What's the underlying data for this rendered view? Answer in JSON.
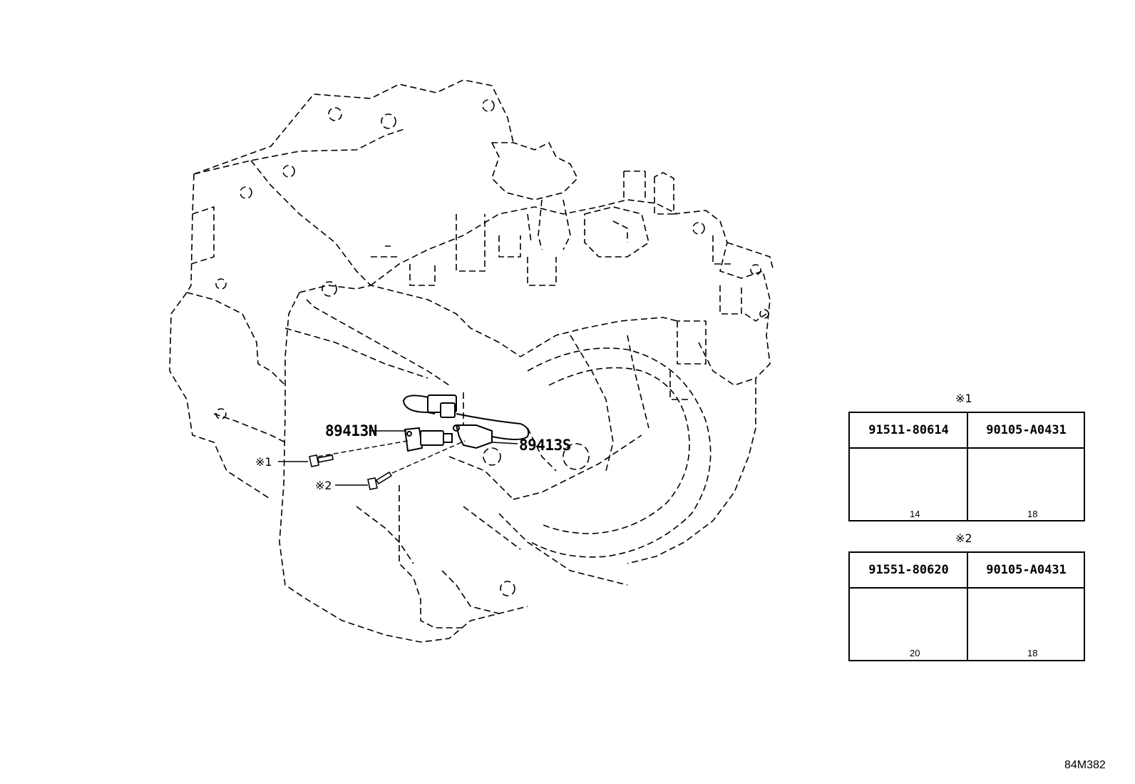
{
  "callouts": {
    "part_89413N": "89413N",
    "part_89413S": "89413S",
    "mark_1": "※1",
    "mark_2": "※2"
  },
  "bolt_tables": [
    {
      "mark": "※1",
      "columns": [
        {
          "part_number": "91511-80614",
          "length": "14"
        },
        {
          "part_number": "90105-A0431",
          "length": "18"
        }
      ]
    },
    {
      "mark": "※2",
      "columns": [
        {
          "part_number": "91551-80620",
          "length": "20"
        },
        {
          "part_number": "90105-A0431",
          "length": "18"
        }
      ]
    }
  ],
  "diagram_id": "84M382"
}
